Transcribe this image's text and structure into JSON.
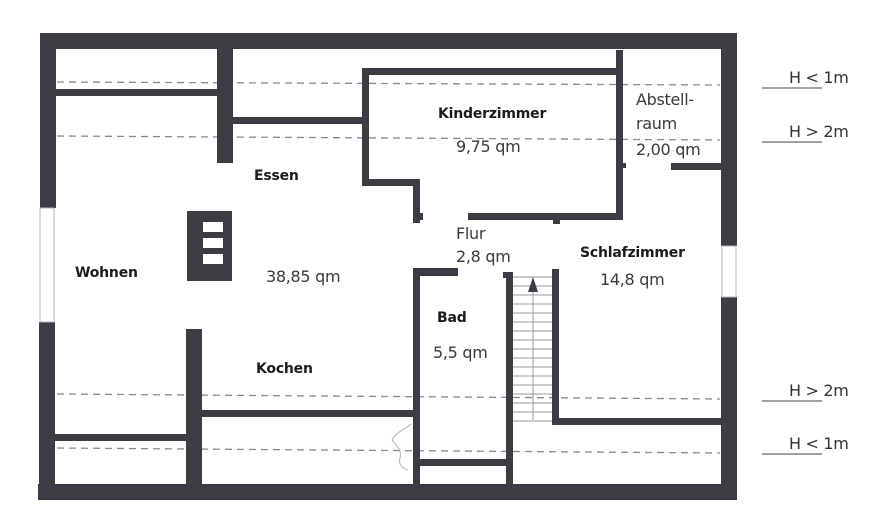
{
  "plan": {
    "wall_color": "#3c3c42",
    "dash_color": "#8a8a8a",
    "rooms": [
      {
        "id": "wohnen",
        "name": "Wohnen",
        "area": ""
      },
      {
        "id": "essen",
        "name": "Essen",
        "area": "38,85 qm"
      },
      {
        "id": "kochen",
        "name": "Kochen",
        "area": ""
      },
      {
        "id": "kinderzimmer",
        "name": "Kinderzimmer",
        "area": "9,75 qm"
      },
      {
        "id": "abstellraum",
        "name_line1": "Abstell-",
        "name_line2": "raum",
        "area": "2,00 qm"
      },
      {
        "id": "flur",
        "name": "Flur",
        "area": "2,8 qm"
      },
      {
        "id": "schlafzimmer",
        "name": "Schlafzimmer",
        "area": "14,8 qm"
      },
      {
        "id": "bad",
        "name": "Bad",
        "area": "5,5 qm"
      }
    ],
    "legend": [
      {
        "label": "H < 1m",
        "position": "top"
      },
      {
        "label": "H > 2m",
        "position": "top"
      },
      {
        "label": "H > 2m",
        "position": "bottom"
      },
      {
        "label": "H < 1m",
        "position": "bottom"
      }
    ]
  }
}
